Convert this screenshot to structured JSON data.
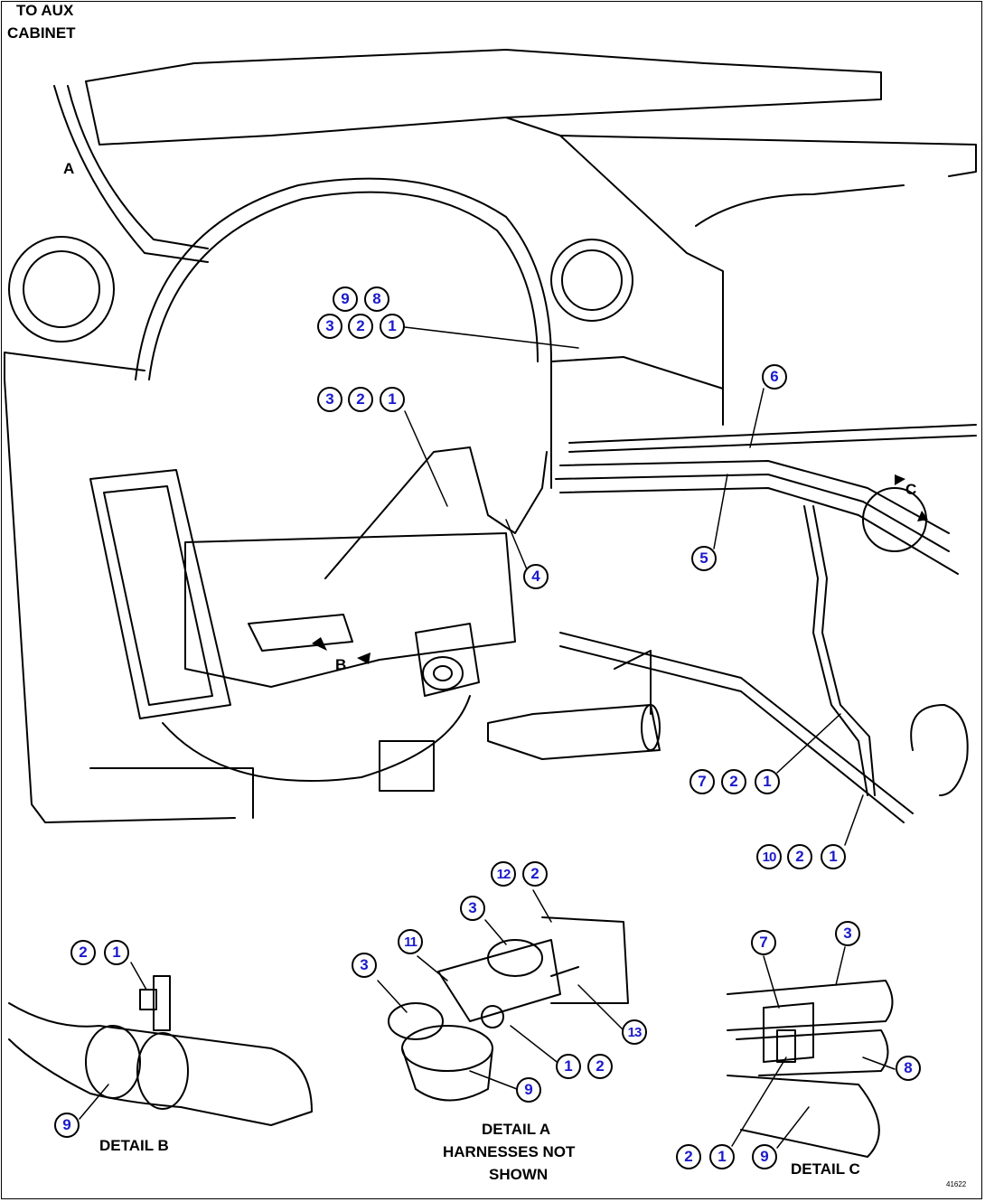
{
  "labels": {
    "to_aux": "TO AUX",
    "cabinet": "CABINET",
    "a": "A",
    "b": "B",
    "c": "C",
    "detail_a": "DETAIL A",
    "harnesses_not": "HARNESSES NOT",
    "shown": "SHOWN",
    "detail_b": "DETAIL B",
    "detail_c": "DETAIL C",
    "drawing_code": "41622"
  },
  "callouts": {
    "main_upper": [
      "9",
      "8",
      "3",
      "2",
      "1"
    ],
    "main_mid": [
      "3",
      "2",
      "1"
    ],
    "c4": "4",
    "c5": "5",
    "c6": "6",
    "right_721": [
      "7",
      "2",
      "1"
    ],
    "right_1021": [
      "10",
      "2",
      "1"
    ],
    "detail_b": [
      "2",
      "1",
      "9"
    ],
    "detail_a": [
      "12",
      "2",
      "3",
      "11",
      "3",
      "13",
      "1",
      "2",
      "9"
    ],
    "detail_c": [
      "7",
      "3",
      "8",
      "2",
      "1",
      "9"
    ]
  },
  "colors": {
    "callout_text": "#1a1acc",
    "line": "#000000",
    "background": "#ffffff"
  }
}
